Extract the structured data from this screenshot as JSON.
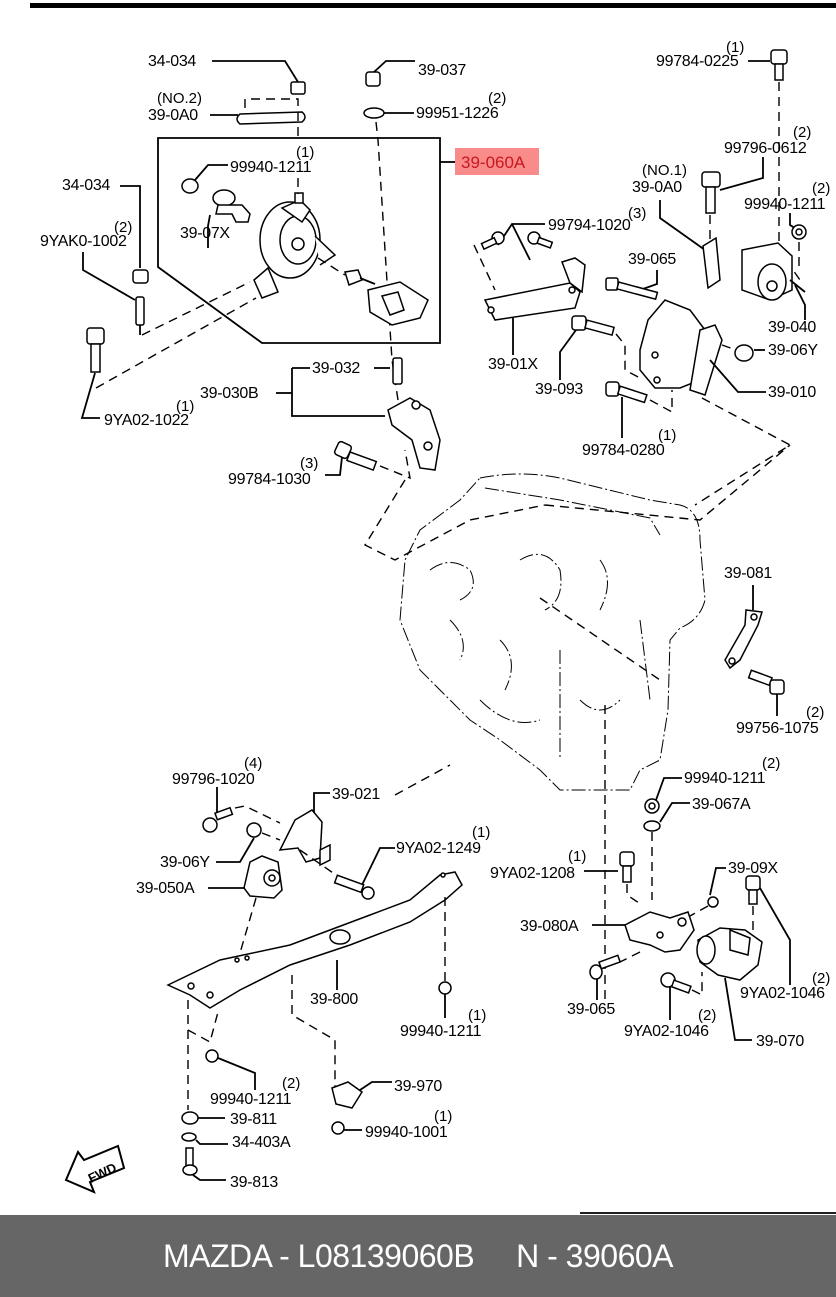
{
  "footer": {
    "brand": "MAZDA",
    "part_number": "L08139060B",
    "ref": "N - 39060A",
    "text": "MAZDA - L08139060B     N - 39060A"
  },
  "highlight": {
    "label": "39-060A",
    "color": "#f98b8b",
    "text_color": "#c8191e"
  },
  "direction_arrow": "FWD",
  "labels": {
    "l_34034_top": "34-034",
    "l_no2": "(NO.2)",
    "l_390a0_no2": "39-0A0",
    "l_39037": "39-037",
    "l_99951": "99951-1226",
    "q_99951": "(2)",
    "l_99940_box": "99940-1211",
    "q_99940_box": "(1)",
    "l_3907x": "39-07X",
    "l_34034_left": "34-034",
    "l_9yak0": "9YAK0-1002",
    "q_9yak0": "(2)",
    "l_9ya02_1022": "9YA02-1022",
    "q_9ya02_1022": "(1)",
    "l_39032": "39-032",
    "l_39030b": "39-030B",
    "l_99784_1030": "99784-1030",
    "q_99784_1030": "(3)",
    "l_99784_0225": "99784-0225",
    "q_99784_0225": "(1)",
    "l_99796_0612": "99796-0612",
    "q_99796_0612": "(2)",
    "l_no1": "(NO.1)",
    "l_390a0_no1": "39-0A0",
    "l_99940_r": "99940-1211",
    "q_99940_r": "(2)",
    "l_99794": "99794-1020",
    "q_99794": "(3)",
    "l_39065_top": "39-065",
    "l_39040": "39-040",
    "l_3901x": "39-01X",
    "l_3906y_top": "39-06Y",
    "l_39093": "39-093",
    "l_39010": "39-010",
    "l_99784_0280": "99784-0280",
    "q_99784_0280": "(1)",
    "l_39081": "39-081",
    "l_99756": "99756-1075",
    "q_99756": "(2)",
    "l_99796_1020": "99796-1020",
    "q_99796_1020": "(4)",
    "l_39021": "39-021",
    "l_3906y_bot": "39-06Y",
    "l_39050a": "39-050A",
    "l_9ya02_1249": "9YA02-1249",
    "q_9ya02_1249": "(1)",
    "l_99940_mid": "99940-1211",
    "q_99940_mid": "(2)",
    "l_39067a": "39-067A",
    "l_9ya02_1208": "9YA02-1208",
    "q_9ya02_1208": "(1)",
    "l_3909x": "39-09X",
    "l_39080a": "39-080A",
    "l_39065_bot": "39-065",
    "l_9ya02_1046_a": "9YA02-1046",
    "q_9ya02_1046_a": "(2)",
    "l_9ya02_1046_b": "9YA02-1046",
    "q_9ya02_1046_b": "(2)",
    "l_39070": "39-070",
    "l_39800": "39-800",
    "l_99940_br": "99940-1211",
    "q_99940_br": "(1)",
    "l_99940_bl": "99940-1211",
    "q_99940_bl": "(2)",
    "l_39970": "39-970",
    "l_39811": "39-811",
    "l_34403a": "34-403A",
    "l_99940_1001": "99940-1001",
    "q_99940_1001": "(1)",
    "l_39813": "39-813"
  }
}
